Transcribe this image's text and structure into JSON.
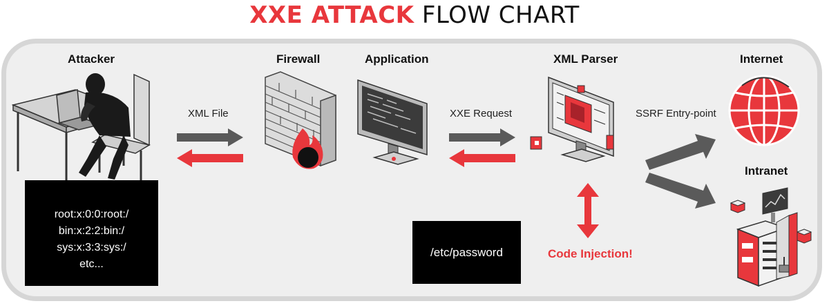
{
  "title": {
    "highlight": "XXE ATTACK",
    "rest": " FLOW CHART"
  },
  "nodes": {
    "attacker": "Attacker",
    "firewall": "Firewall",
    "application": "Application",
    "xml_parser": "XML Parser",
    "internet": "Internet",
    "intranet": "Intranet"
  },
  "edges": {
    "xml_file": "XML File",
    "xxe_request": "XXE Request",
    "ssrf": "SSRF Entry-point"
  },
  "attacker_output": [
    "root:x:0:0:root:/",
    "bin:x:2:2:bin:/",
    "sys:x:3:3:sys:/",
    "etc..."
  ],
  "target_file": "/etc/password",
  "code_injection": "Code Injection!",
  "colors": {
    "accent": "#e8373c",
    "gray_arrow": "#5a5a5a",
    "panel": "#efefef",
    "border": "#d6d6d6"
  },
  "icons": [
    "attacker-at-desk-icon",
    "firewall-brick-icon",
    "monitor-icon",
    "xml-parser-board-icon",
    "globe-icon",
    "server-rack-icon"
  ]
}
